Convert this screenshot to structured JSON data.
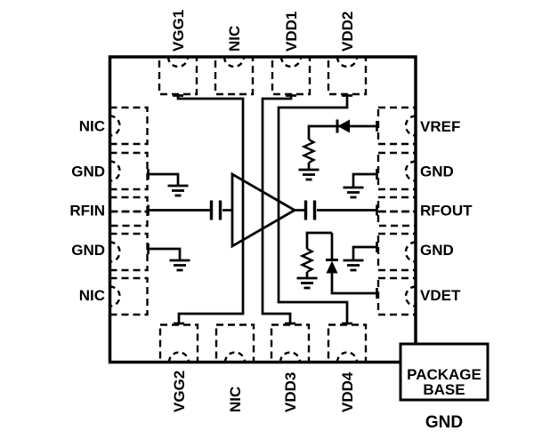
{
  "pins": {
    "top": [
      "VGG1",
      "NIC",
      "VDD1",
      "VDD2"
    ],
    "left": [
      "NIC",
      "GND",
      "RFIN",
      "GND",
      "NIC"
    ],
    "right": [
      "VREF",
      "GND",
      "RFOUT",
      "GND",
      "VDET"
    ],
    "bottom": [
      "VGG2",
      "NIC",
      "VDD3",
      "VDD4"
    ]
  },
  "package_base": {
    "line1": "PACKAGE",
    "line2": "BASE",
    "ground": "GND"
  },
  "colors": {
    "line": "#000000",
    "background": "#ffffff"
  }
}
